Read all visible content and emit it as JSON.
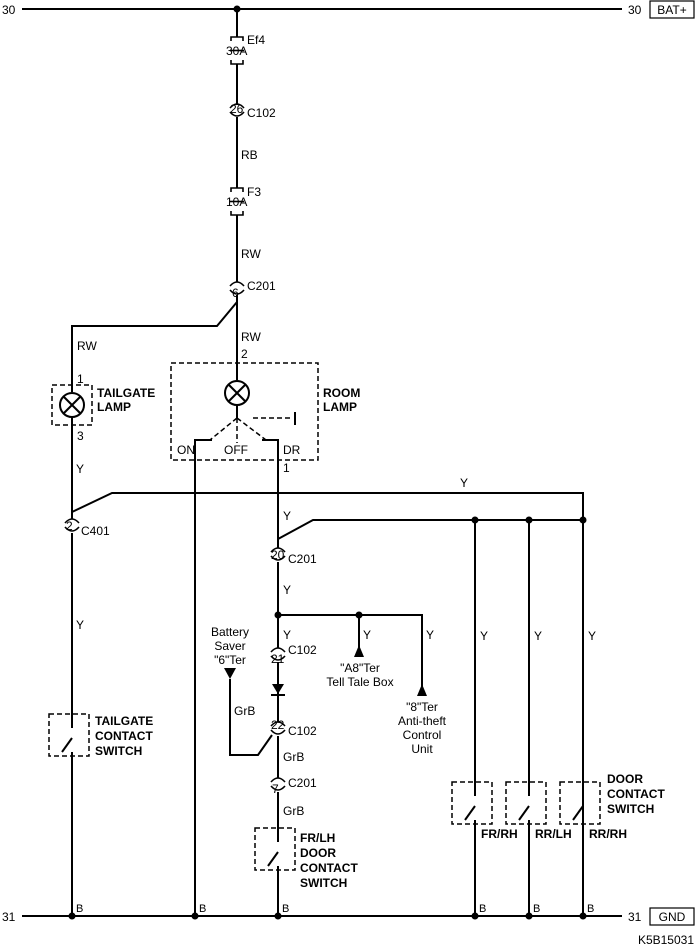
{
  "bus": {
    "top_left_num": "30",
    "top_right_num": "30",
    "top_tag": "BAT+",
    "bottom_left_num": "31",
    "bottom_right_num": "31",
    "bottom_tag": "GND"
  },
  "fuse_ef4": {
    "name": "Ef4",
    "rating": "30A"
  },
  "fuse_f3": {
    "name": "F3",
    "rating": "10A"
  },
  "connectors": {
    "c102_26": {
      "pin": "26",
      "name": "C102"
    },
    "c201_6": {
      "pin": "6",
      "name": "C201"
    },
    "c401_2": {
      "pin": "2",
      "name": "C401"
    },
    "c201_20": {
      "pin": "20",
      "name": "C201"
    },
    "c102_21": {
      "pin": "21",
      "name": "C102"
    },
    "c102_22": {
      "pin": "22",
      "name": "C102"
    },
    "c201_7": {
      "pin": "7",
      "name": "C201"
    }
  },
  "wires": {
    "rb": "RB",
    "rw_main": "RW",
    "rw_left": "RW",
    "rw_room": "RW",
    "y_tailgate": "Y",
    "y_top_bus": "Y",
    "y_room_out": "Y",
    "y_tailgate_switch": "Y",
    "y_c201_20": "Y",
    "y_c102_21": "Y",
    "y_a8": "Y",
    "y_8ter": "Y",
    "y_fr": "Y",
    "y_rr_lh": "Y",
    "y_rr_rh": "Y",
    "grb_saver": "GrB",
    "grb_c102_22": "GrB",
    "grb_c201_7": "GrB",
    "b1": "B",
    "b2": "B",
    "b3": "B",
    "b4": "B",
    "b5": "B",
    "b6": "B"
  },
  "tailgate_lamp": {
    "label_line1": "TAILGATE",
    "label_line2": "LAMP",
    "pin_top": "1",
    "pin_bottom": "3"
  },
  "room_lamp": {
    "label_line1": "ROOM",
    "label_line2": "LAMP",
    "pin_top": "2",
    "pin_dr": "1",
    "pos_on": "ON",
    "pos_off": "OFF",
    "pos_dr": "DR"
  },
  "tailgate_switch": {
    "line1": "TAILGATE",
    "line2": "CONTACT",
    "line3": "SWITCH"
  },
  "battery_saver": {
    "line1": "Battery",
    "line2": "Saver",
    "line3": "\"6\"Ter"
  },
  "tell_tale": {
    "line1": "\"A8\"Ter",
    "line2": "Tell Tale Box"
  },
  "anti_theft": {
    "line1": "\"8\"Ter",
    "line2": "Anti-theft",
    "line3": "Control",
    "line4": "Unit"
  },
  "fr_lh_switch": {
    "line1": "FR/LH",
    "line2": "DOOR",
    "line3": "CONTACT",
    "line4": "SWITCH"
  },
  "door_switches": {
    "line1": "DOOR",
    "line2": "CONTACT",
    "line3": "SWITCH",
    "fr_rh": "FR/RH",
    "rr_lh": "RR/LH",
    "rr_rh": "RR/RH"
  },
  "figure_code": "K5B15031"
}
